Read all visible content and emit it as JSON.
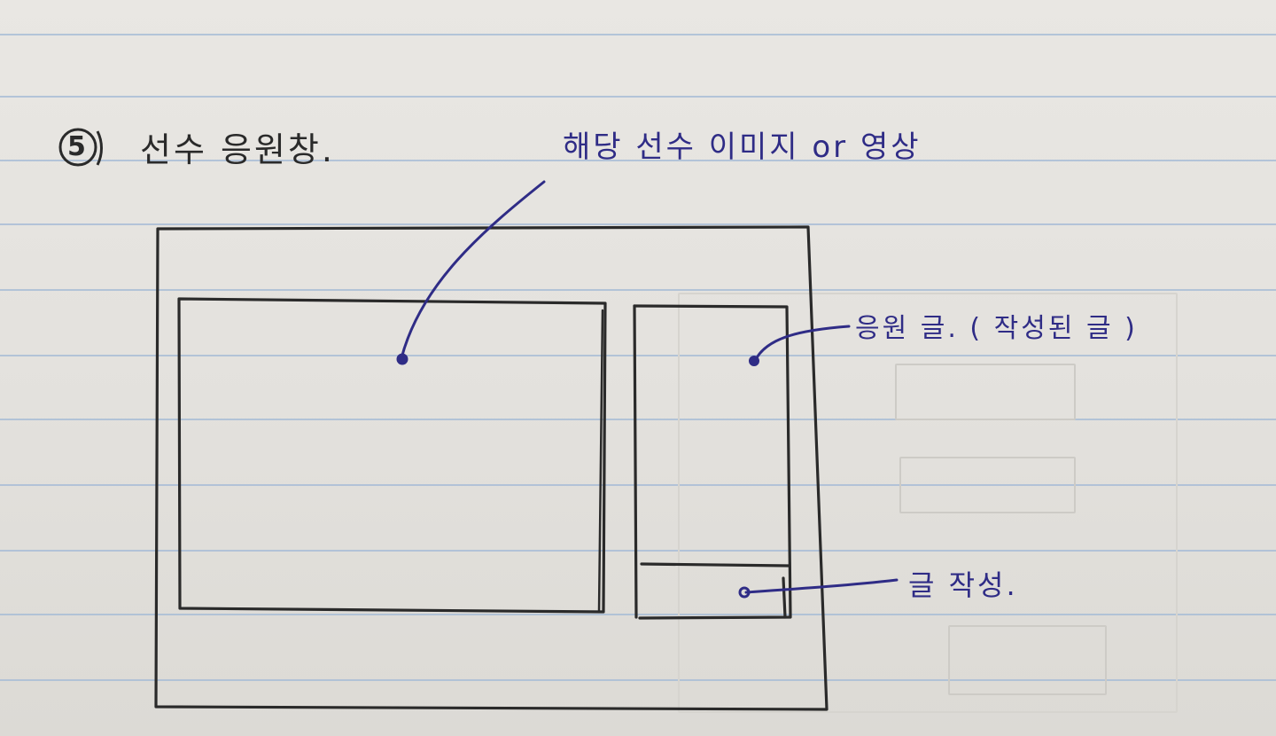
{
  "heading": {
    "number": "5",
    "title": "선수 응원창."
  },
  "annotations": {
    "media": "해당 선수 이미지 or 영상",
    "cheer_posts": "응원 글. ( 작성된 글 )",
    "write_post": "글 작성."
  },
  "colors": {
    "ink": "#2a2a2a",
    "pen_blue": "#2f2c86",
    "ruled_line": "#a9bdd6",
    "paper": "#e6e4e0"
  }
}
